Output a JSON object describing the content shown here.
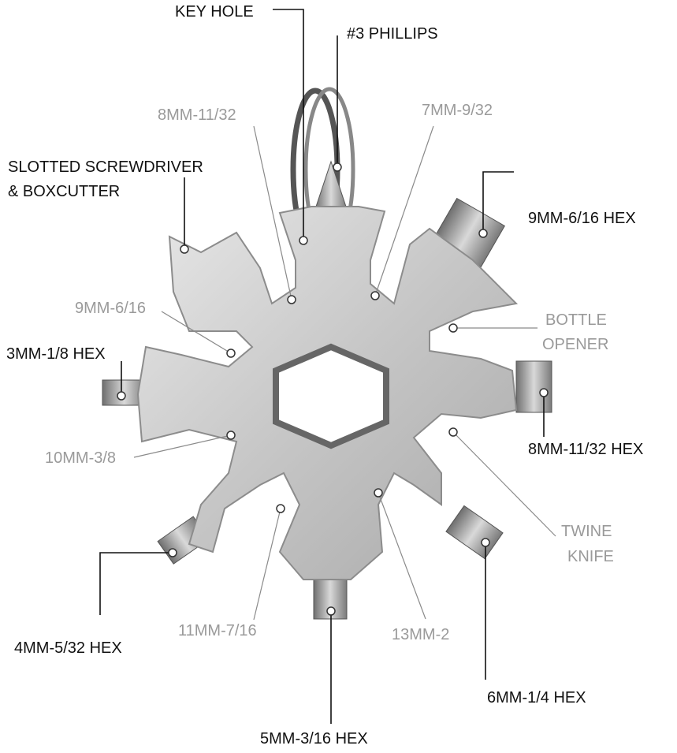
{
  "labels": {
    "key_hole": "KEY HOLE",
    "phillips": "#3 PHILLIPS",
    "mm8_1132": "8MM-11/32",
    "mm7_932": "7MM-9/32",
    "slotted_1": "SLOTTED SCREWDRIVER",
    "slotted_2": "& BOXCUTTER",
    "hex9": "9MM-6/16 HEX",
    "mm9_616": "9MM-6/16",
    "bottle_1": "BOTTLE",
    "bottle_2": "OPENER",
    "hex3": "3MM-1/8 HEX",
    "hex8": "8MM-11/32 HEX",
    "mm10": "10MM-3/8",
    "twine_1": "TWINE",
    "twine_2": "KNIFE",
    "hex4": "4MM-5/32 HEX",
    "mm11": "11MM-7/16",
    "mm13": "13MM-2",
    "hex6": "6MM-1/4 HEX",
    "hex5": "5MM-3/16 HEX"
  },
  "colors": {
    "dark_label": "#111111",
    "gray_label": "#9a9a9a",
    "metal": "#c9c9c9"
  },
  "icons": [
    "keyring-icon",
    "snowflake-multitool-icon",
    "hex-socket-icon"
  ]
}
